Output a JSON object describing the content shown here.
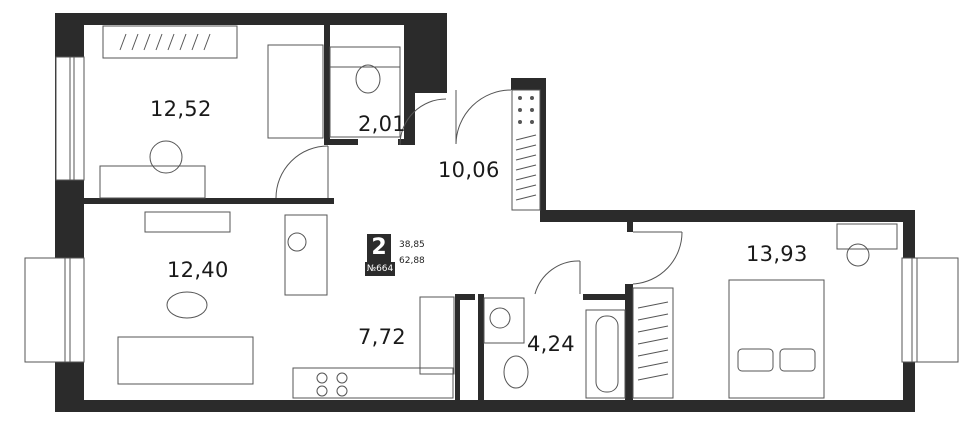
{
  "plan": {
    "rooms_count": "2",
    "plan_code": "№664",
    "living_area": "38,85",
    "total_area": "62,88",
    "rooms": [
      {
        "id": "bedroom-left",
        "area": "12,52"
      },
      {
        "id": "wc",
        "area": "2,01"
      },
      {
        "id": "hallway",
        "area": "10,06"
      },
      {
        "id": "living-room",
        "area": "12,40"
      },
      {
        "id": "kitchen",
        "area": "7,72"
      },
      {
        "id": "bathroom",
        "area": "4,24"
      },
      {
        "id": "bedroom-right",
        "area": "13,93"
      }
    ],
    "colors": {
      "wall": "#2b2b2b",
      "line": "#555555",
      "floor": "#ffffff"
    }
  }
}
